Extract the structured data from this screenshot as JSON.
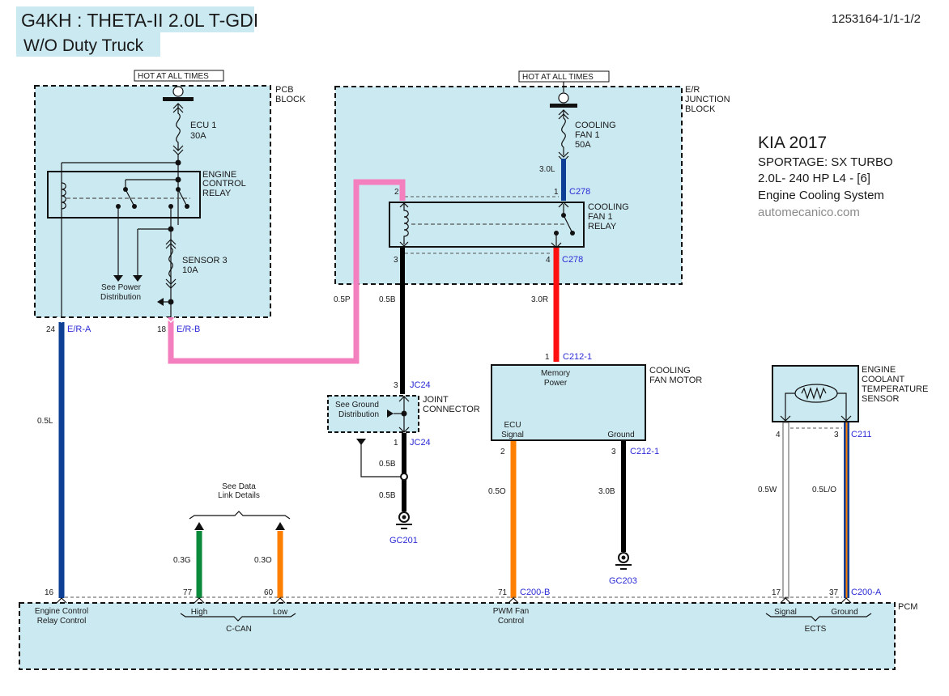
{
  "header": {
    "title": "G4KH : THETA-II 2.0L T-GDI",
    "subtitle": "W/O Duty Truck",
    "doc_id": "1253164-1/1-1/2"
  },
  "vehicle_info": {
    "make_year": "KIA 2017",
    "model": "SPORTAGE: SX TURBO",
    "engine": "2.0L- 240 HP L4 - [6]",
    "system": "Engine Cooling System",
    "watermark": "automecanico.com"
  },
  "colors": {
    "block_fill": "#cbe9f1",
    "wire_blue": "#0d3f94",
    "wire_pink": "#f37fbf",
    "wire_black": "#000000",
    "wire_red": "#ff1010",
    "wire_orange": "#ff7f00",
    "wire_green": "#0a8a3a",
    "wire_white": "#ffffff",
    "connector_text": "#2b2bd6"
  },
  "pcb_block": {
    "label_line1": "PCB",
    "label_line2": "BLOCK",
    "hot_label": "HOT AT ALL TIMES",
    "fuse1_name": "ECU 1",
    "fuse1_rating": "30A",
    "relay_line1": "ENGINE",
    "relay_line2": "CONTROL",
    "relay_line3": "RELAY",
    "fuse2_name": "SENSOR 3",
    "fuse2_rating": "10A",
    "power_ref_line1": "See Power",
    "power_ref_line2": "Distribution",
    "pin_a": "24",
    "conn_a": "E/R-A",
    "pin_b": "18",
    "conn_b": "E/R-B"
  },
  "er_junction_block": {
    "label_line1": "E/R",
    "label_line2": "JUNCTION",
    "label_line3": "BLOCK",
    "hot_label": "HOT AT ALL TIMES",
    "fuse_line1": "COOLING",
    "fuse_line2": "FAN 1",
    "fuse_rating": "50A",
    "fuse_wire": "3.0L",
    "relay_line1": "COOLING",
    "relay_line2": "FAN 1",
    "relay_line3": "RELAY",
    "pin_2": "2",
    "pin_1": "1",
    "pin_3": "3",
    "pin_4": "4",
    "conn": "C278"
  },
  "wires": {
    "pink": "0.5P",
    "black_top": "0.5B",
    "red": "3.0R",
    "blue_left": "0.5L",
    "black_jc_1": "0.5B",
    "black_jc_2": "0.5B",
    "orange_fan": "0.5O",
    "black_fan": "3.0B",
    "white": "0.5W",
    "blue_orange": "0.5L/O",
    "green_can": "0.3G",
    "orange_can": "0.3O"
  },
  "joint_connector": {
    "label_line1": "JOINT",
    "label_line2": "CONNECTOR",
    "ref_line1": "See Ground",
    "ref_line2": "Distribution",
    "pin_top": "3",
    "pin_bottom": "1",
    "conn": "JC24",
    "ground": "GC201"
  },
  "fan_motor": {
    "label_line1": "COOLING",
    "label_line2": "FAN MOTOR",
    "power_line1": "Memory",
    "power_line2": "Power",
    "signal_line1": "ECU",
    "signal_line2": "Signal",
    "ground_label": "Ground",
    "pin_power": "1",
    "pin_signal": "2",
    "pin_ground": "3",
    "conn": "C212-1",
    "ground": "GC203"
  },
  "ect_sensor": {
    "label_line1": "ENGINE",
    "label_line2": "COOLANT",
    "label_line3": "TEMPERATURE",
    "label_line4": "SENSOR",
    "pin_signal": "4",
    "pin_ground": "3",
    "conn": "C211"
  },
  "data_link": {
    "ref_line1": "See Data",
    "ref_line2": "Link Details"
  },
  "pcm": {
    "label": "PCM",
    "pin_relay": "16",
    "relay_line1": "Engine Control",
    "relay_line2": "Relay Control",
    "pin_high": "77",
    "high_label": "High",
    "pin_low": "60",
    "low_label": "Low",
    "can_label": "C-CAN",
    "pin_pwm": "71",
    "conn_b": "C200-B",
    "pwm_line1": "PWM Fan",
    "pwm_line2": "Control",
    "pin_signal": "17",
    "signal_label": "Signal",
    "pin_ground": "37",
    "ground_label": "Ground",
    "conn_a": "C200-A",
    "ects_label": "ECTS"
  }
}
